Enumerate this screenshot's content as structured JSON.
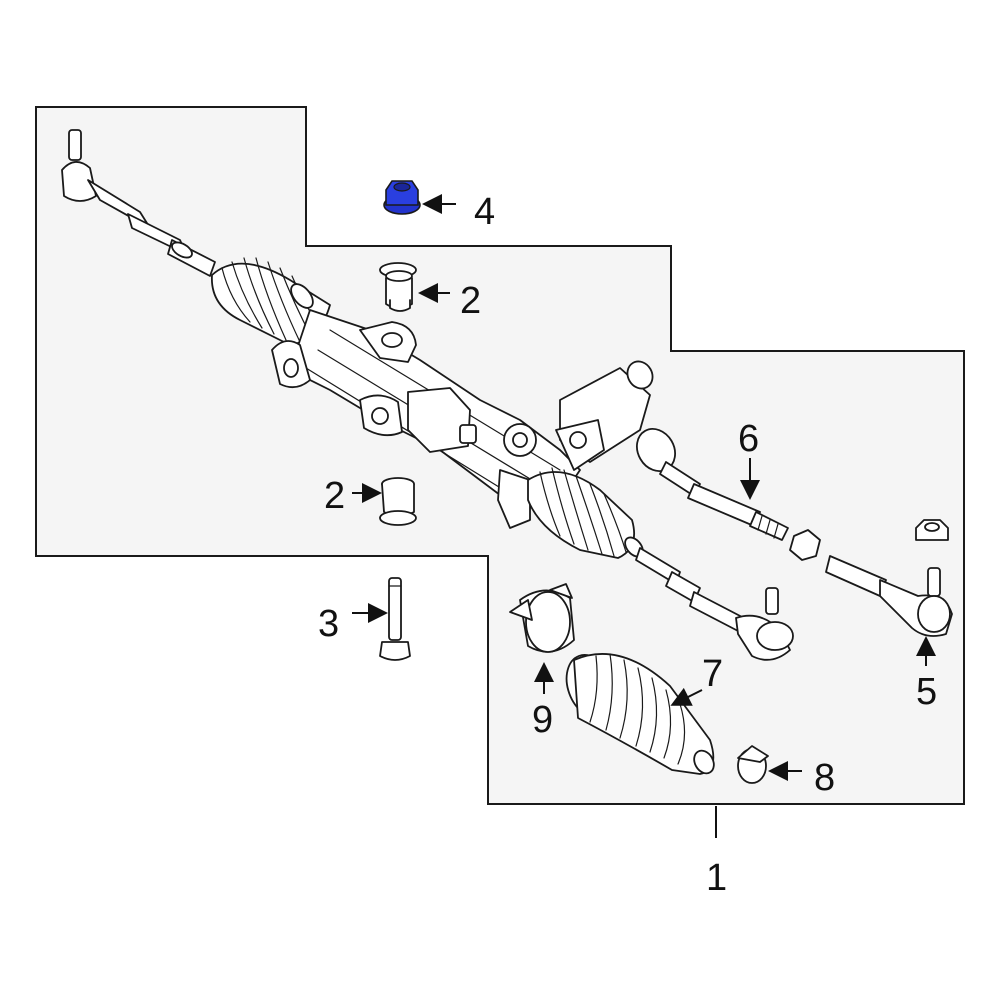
{
  "diagram": {
    "background": "#ffffff",
    "panel_fill": "#f5f5f5",
    "line_color": "#1a1a1a",
    "highlight_color": "#2233cc",
    "highlighted_part": "4",
    "callouts": {
      "c1": "1",
      "c2a": "2",
      "c2b": "2",
      "c3": "3",
      "c4": "4",
      "c5": "5",
      "c6": "6",
      "c7": "7",
      "c8": "8",
      "c9": "9"
    }
  }
}
